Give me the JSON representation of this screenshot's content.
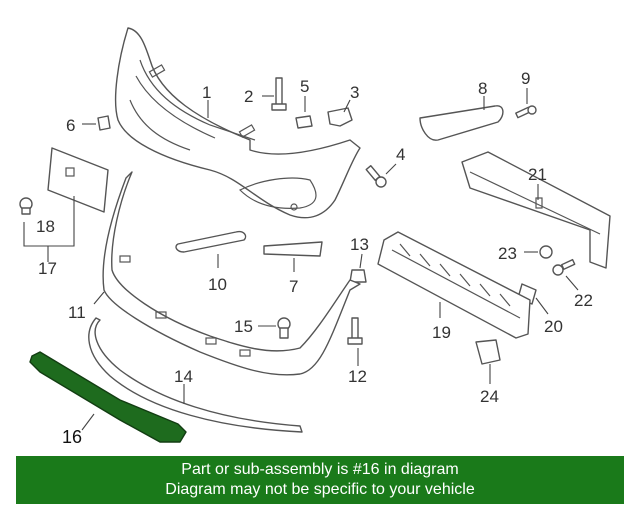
{
  "diagram": {
    "part_numbers": [
      "1",
      "2",
      "3",
      "4",
      "5",
      "6",
      "7",
      "8",
      "9",
      "10",
      "11",
      "12",
      "13",
      "14",
      "15",
      "16",
      "17",
      "18",
      "19",
      "20",
      "21",
      "22",
      "23",
      "24"
    ],
    "highlight_part": "16",
    "highlight_color": "#1e6b1e"
  },
  "banner": {
    "line1": "Part or sub-assembly is #16 in diagram",
    "line2": "Diagram may not be specific to your vehicle",
    "background": "#1a7a1a"
  }
}
